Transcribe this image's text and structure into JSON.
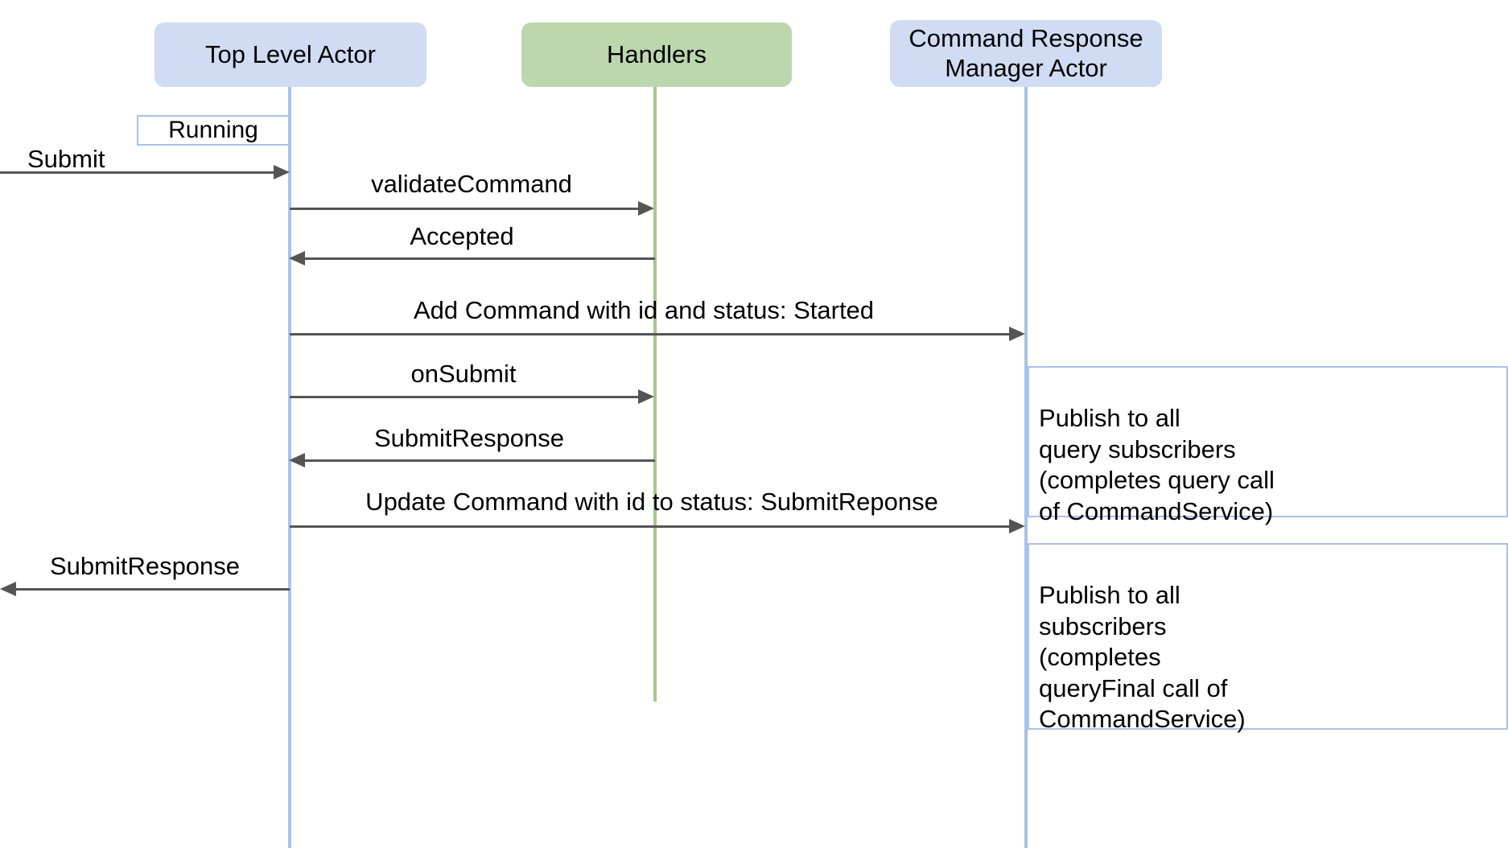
{
  "diagram": {
    "title": "Command submission sequence",
    "colors": {
      "actor_fill": "#cfdcf3",
      "handler_fill": "#bcd7ae",
      "actor_lifeline": "#a9c2ea",
      "handler_lifeline": "#a9c68c",
      "message_line": "#555555",
      "note_border": "#a9c2ea",
      "background": "#ffffff"
    },
    "participants": [
      {
        "id": "top-level-actor",
        "label": "Top Level Actor",
        "kind": "actor"
      },
      {
        "id": "handlers",
        "label": "Handlers",
        "kind": "handler"
      },
      {
        "id": "command-response-manager-actor",
        "label": "Command Response\nManager Actor",
        "kind": "actor"
      }
    ],
    "state_labels": [
      {
        "id": "running",
        "label": "Running"
      }
    ],
    "messages": [
      {
        "id": "submit",
        "label": "Submit",
        "from": "external",
        "to": "top-level-actor",
        "direction": "right"
      },
      {
        "id": "validate-command",
        "label": "validateCommand",
        "from": "top-level-actor",
        "to": "handlers",
        "direction": "right"
      },
      {
        "id": "accepted",
        "label": "Accepted",
        "from": "handlers",
        "to": "top-level-actor",
        "direction": "left"
      },
      {
        "id": "add-command",
        "label": "Add Command with id and status: Started",
        "from": "top-level-actor",
        "to": "command-response-manager-actor",
        "direction": "right"
      },
      {
        "id": "on-submit",
        "label": "onSubmit",
        "from": "top-level-actor",
        "to": "handlers",
        "direction": "right"
      },
      {
        "id": "submit-response-handler",
        "label": "SubmitResponse",
        "from": "handlers",
        "to": "top-level-actor",
        "direction": "left"
      },
      {
        "id": "update-command",
        "label": "Update Command with id to status: SubmitReponse",
        "from": "top-level-actor",
        "to": "command-response-manager-actor",
        "direction": "right"
      },
      {
        "id": "submit-response-out",
        "label": "SubmitResponse",
        "from": "top-level-actor",
        "to": "external",
        "direction": "left"
      }
    ],
    "notes": [
      {
        "id": "note-query-subscribers",
        "text": "Publish to all\nquery subscribers\n(completes query call\nof CommandService)"
      },
      {
        "id": "note-all-subscribers",
        "text": "Publish to all\nsubscribers\n(completes\nqueryFinal call of\nCommandService)"
      }
    ]
  }
}
